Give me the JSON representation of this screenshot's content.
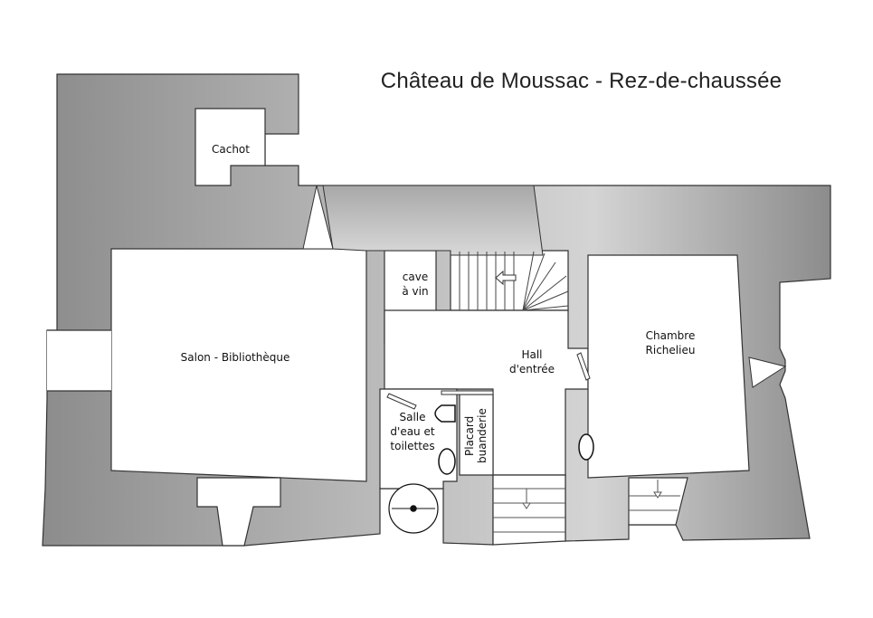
{
  "title": "Château de Moussac - Rez-de-chaussée",
  "rooms": {
    "cachot": "Cachot",
    "cave_line1": "cave",
    "cave_line2": "à vin",
    "salon": "Salon - Bibliothèque",
    "hall_line1": "Hall",
    "hall_line2": "d'entrée",
    "chambre_line1": "Chambre",
    "chambre_line2": "Richelieu",
    "salle_line1": "Salle",
    "salle_line2": "d'eau et",
    "salle_line3": "toilettes",
    "placard_line1": "Placard",
    "placard_line2": "buanderie"
  },
  "colors": {
    "wall_dark": "#8a8a8a",
    "wall_light": "#cfcfcf",
    "room_fill": "#ffffff",
    "outline": "#333333"
  }
}
